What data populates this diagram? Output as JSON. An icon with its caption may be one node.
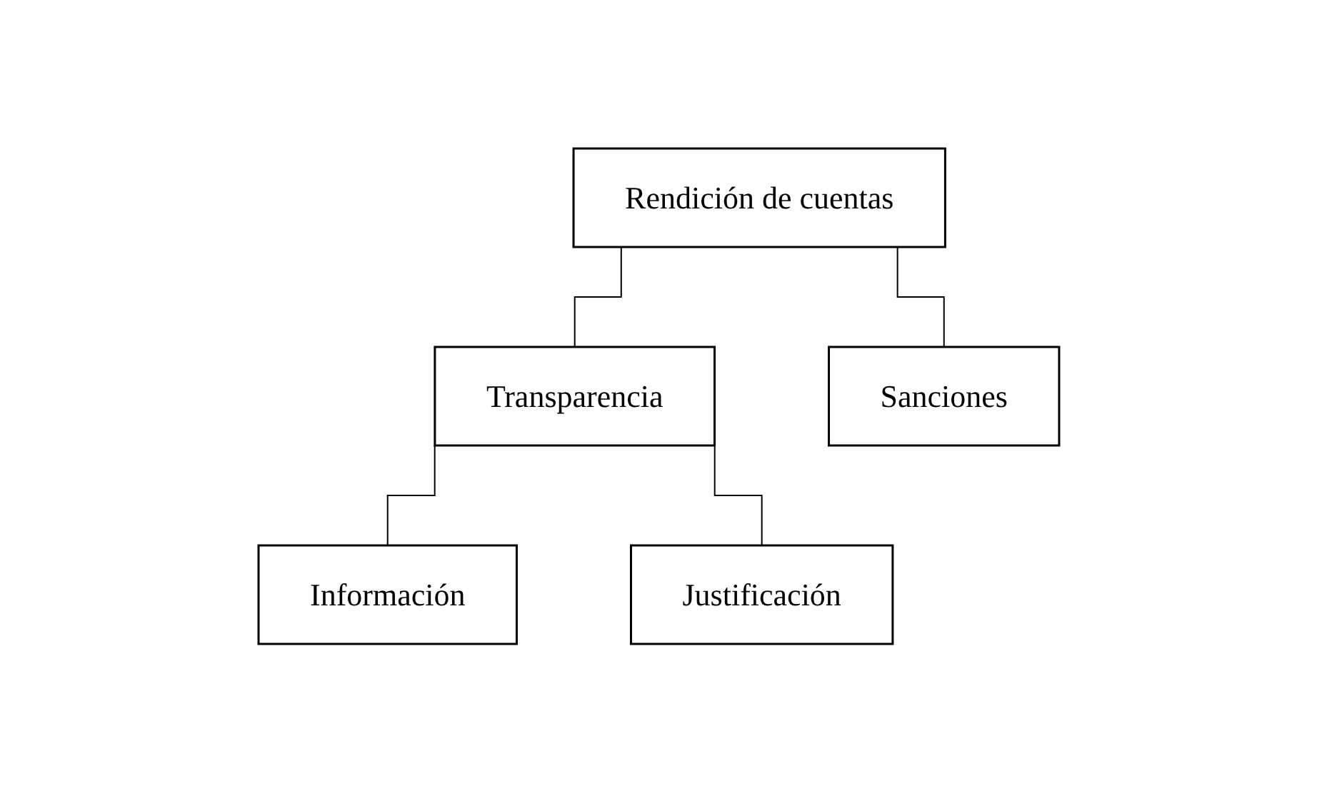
{
  "diagram": {
    "nodes": [
      {
        "text": [
          "Rendición de cuentas"
        ]
      },
      {
        "text": [
          "Transparencia"
        ]
      },
      {
        "text": [
          "Sanciones"
        ]
      },
      {
        "text": [
          "Información"
        ]
      },
      {
        "text": [
          "Justificación"
        ]
      }
    ],
    "edges": [
      {
        "from": 0,
        "to": 1,
        "arrow": "none"
      },
      {
        "from": 0,
        "to": 2,
        "arrow": "none"
      },
      {
        "from": 1,
        "to": 3,
        "arrow": "none"
      },
      {
        "from": 1,
        "to": 4,
        "arrow": "none"
      }
    ]
  }
}
